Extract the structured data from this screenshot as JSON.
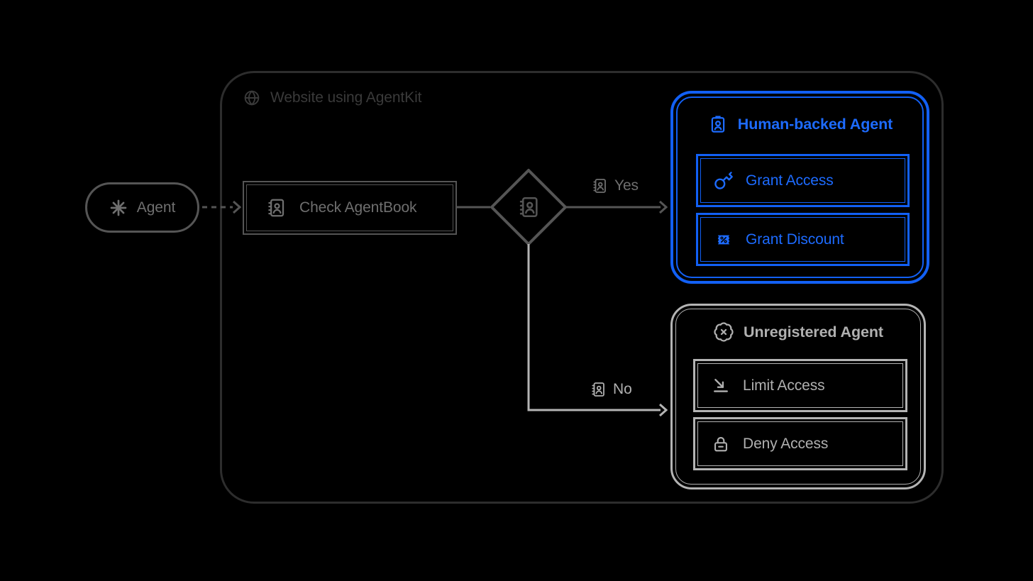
{
  "colors": {
    "background": "#000000",
    "container_border": "#2d2d2d",
    "container_label": "#3a3a3a",
    "gray_mid": "#555555",
    "gray_mid_text": "#6f6f6f",
    "gray_light": "#b4b4b4",
    "gray_light_text": "#b0b0b0",
    "blue_border": "#1260f5",
    "blue_text": "#1d6bff"
  },
  "container": {
    "label": "Website using AgentKit",
    "icon": "globe-icon"
  },
  "start_node": {
    "label": "Agent",
    "icon": "asterisk-icon"
  },
  "process_node": {
    "label": "Check AgentBook",
    "icon": "agentbook-icon"
  },
  "decision_node": {
    "icon": "agentbook-icon"
  },
  "branches": {
    "yes": {
      "label": "Yes",
      "icon": "agentbook-icon"
    },
    "no": {
      "label": "No",
      "icon": "agentbook-icon"
    }
  },
  "human_backed_panel": {
    "title": "Human-backed Agent",
    "icon": "id-badge-icon",
    "items": [
      {
        "label": "Grant Access",
        "icon": "key-icon"
      },
      {
        "label": "Grant Discount",
        "icon": "discount-coupon-icon"
      }
    ]
  },
  "unregistered_panel": {
    "title": "Unregistered Agent",
    "icon": "badge-x-icon",
    "items": [
      {
        "label": "Limit Access",
        "icon": "arrow-down-right-icon"
      },
      {
        "label": "Deny Access",
        "icon": "lock-icon"
      }
    ]
  }
}
